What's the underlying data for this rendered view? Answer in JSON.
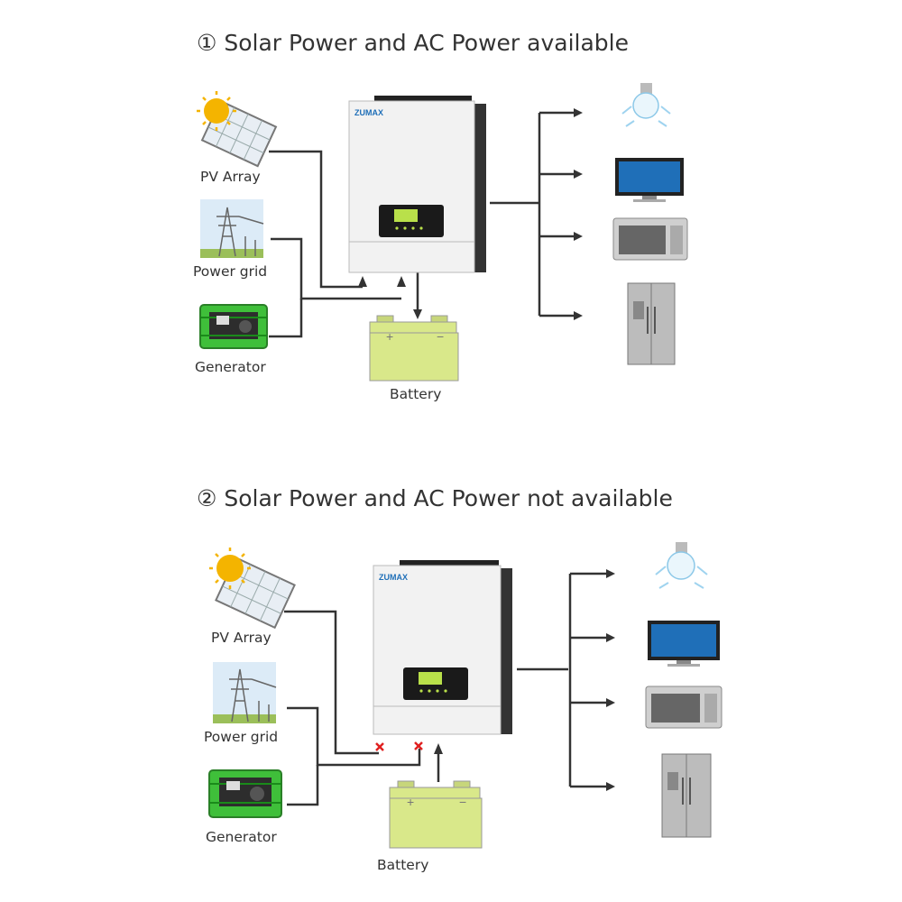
{
  "scenes": [
    {
      "number": "①",
      "title": "Solar Power and AC Power available",
      "labels": {
        "pv": "PV Array",
        "grid": "Power grid",
        "generator": "Generator",
        "battery": "Battery"
      },
      "brand": "ZUMAX",
      "battery_terminals": {
        "positive": "+",
        "negative": "−"
      }
    },
    {
      "number": "②",
      "title": "Solar Power and AC Power not available",
      "labels": {
        "pv": "PV Array",
        "grid": "Power grid",
        "generator": "Generator",
        "battery": "Battery"
      },
      "brand": "ZUMAX",
      "battery_terminals": {
        "positive": "+",
        "negative": "−"
      }
    }
  ],
  "colors": {
    "line": "#333333",
    "battery": "#d9e88a",
    "generator": "#3fbf3a",
    "inverter": "#f2f2f2",
    "screen": "#b9e04a",
    "tv_screen": "#1f6fb8",
    "cross": "#e02020",
    "sun": "#f4b400"
  },
  "icons": [
    "sun-icon",
    "solar-panel-icon",
    "transmission-tower-icon",
    "generator-icon",
    "inverter-icon",
    "battery-icon",
    "light-bulb-icon",
    "tv-icon",
    "microwave-icon",
    "refrigerator-icon",
    "cross-icon"
  ]
}
